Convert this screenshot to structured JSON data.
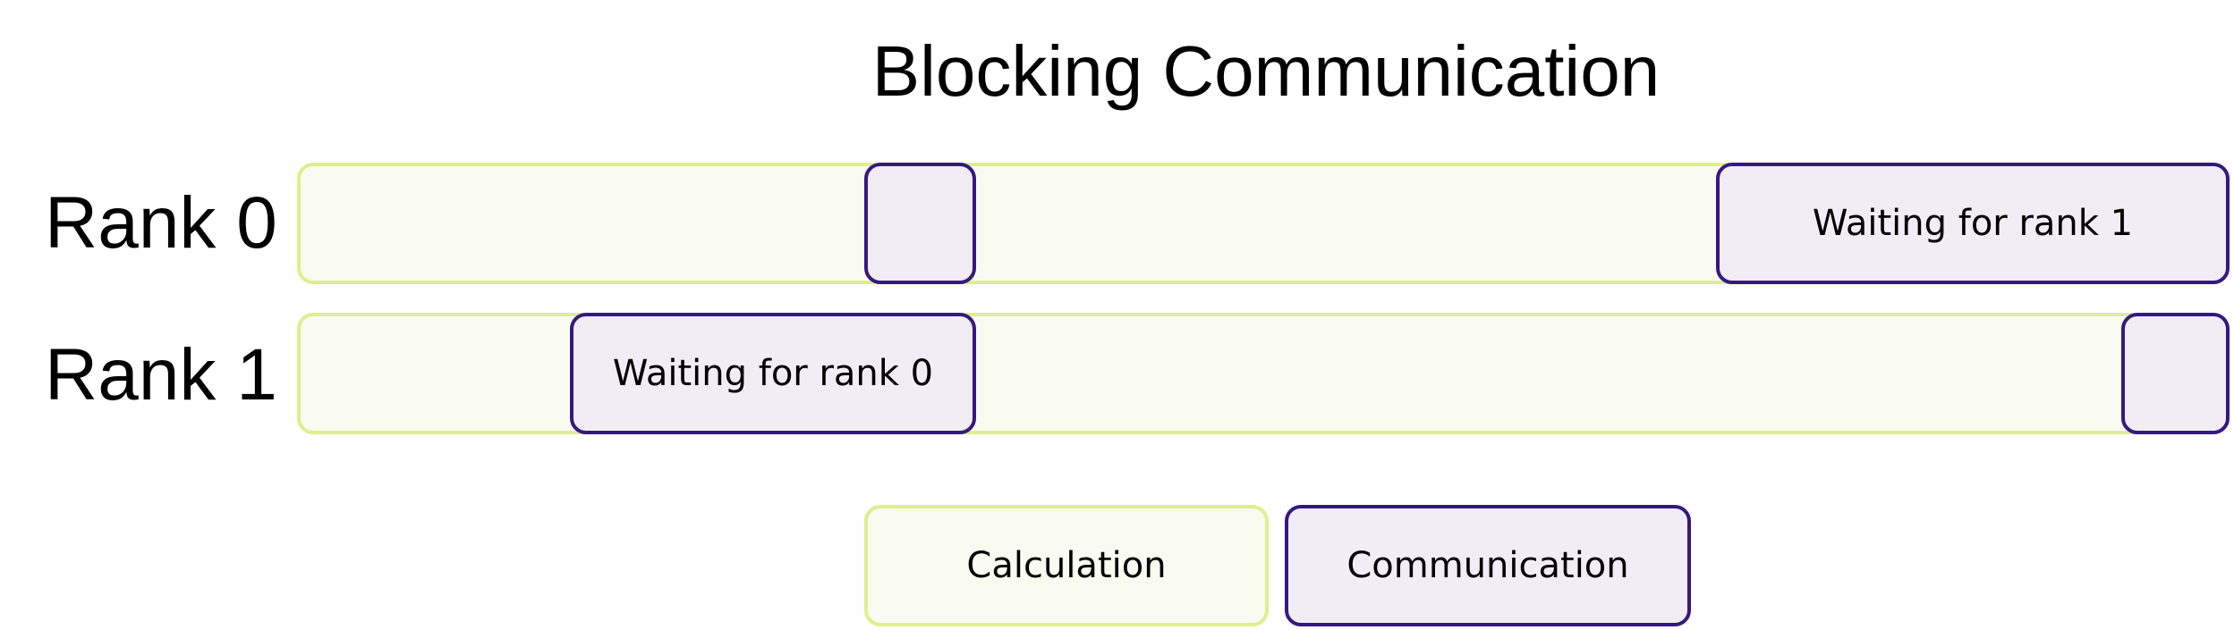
{
  "title": "Blocking Communication",
  "ranks": [
    {
      "label": "Rank 0",
      "wait_label": "Waiting for rank 1"
    },
    {
      "label": "Rank 1",
      "wait_label": "Waiting for rank 0"
    }
  ],
  "legend": {
    "calculation": "Calculation",
    "communication": "Communication"
  },
  "colors": {
    "calculation_fill": "#f9fbf0",
    "calculation_border": "#dfee90",
    "communication_fill": "#f1edf5",
    "communication_border": "#35197f"
  }
}
